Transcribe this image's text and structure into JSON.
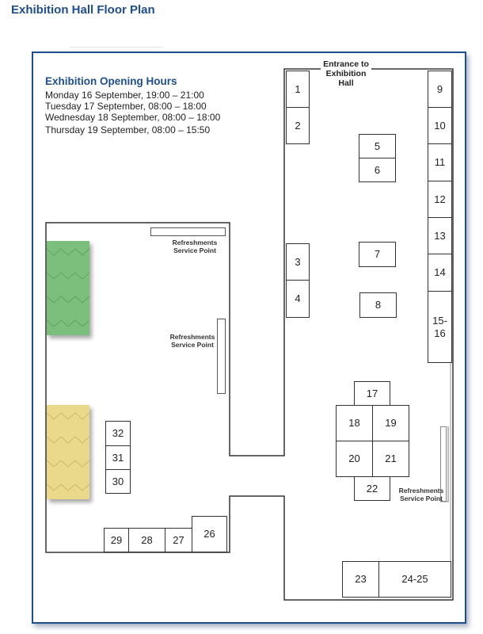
{
  "title": "Exhibition Hall Floor Plan",
  "opening_hours": {
    "title": "Exhibition Opening Hours",
    "lines": [
      "Monday 16 September, 19:00 – 21:00",
      "Tuesday 17 September, 08:00 – 18:00",
      "Wednesday 18 September, 08:00 – 18:00",
      "Thursday 19 September, 08:00 – 15:50"
    ]
  },
  "entrance_label": "Entrance to Exhibition Hall",
  "refreshments_label_line1": "Refreshments",
  "refreshments_label_line2": "Service Point",
  "colors": {
    "brand": "#1f4e8c",
    "green_zone": "#7cbf7c",
    "yellow_zone": "#ead98a"
  },
  "booths": [
    "1",
    "2",
    "3",
    "4",
    "5",
    "6",
    "7",
    "8",
    "9",
    "10",
    "11",
    "12",
    "13",
    "14",
    "15-16",
    "17",
    "18",
    "19",
    "20",
    "21",
    "22",
    "23",
    "24-25",
    "26",
    "27",
    "28",
    "29",
    "30",
    "31",
    "32"
  ]
}
